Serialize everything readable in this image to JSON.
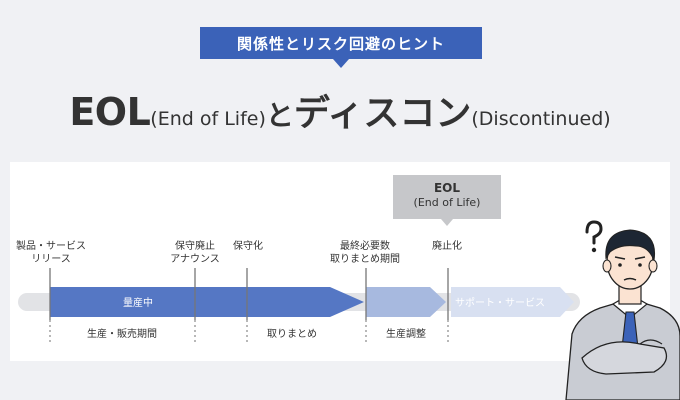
{
  "header": {
    "badge": "関係性とリスク回避のヒント",
    "title_eol": "EOL",
    "title_eol_full": "(End of Life)",
    "title_to": "と",
    "title_discon": "ディスコン",
    "title_discon_full": "(Discontinued)"
  },
  "eol_callout": {
    "line1": "EOL",
    "line2": "(End of Life)"
  },
  "milestones": [
    {
      "line1": "製品・サービス",
      "line2": "リリース"
    },
    {
      "line1": "保守廃止",
      "line2": "アナウンス"
    },
    {
      "line1": "保守化",
      "line2": ""
    },
    {
      "line1": "最終必要数",
      "line2": "取りまとめ期間"
    },
    {
      "line1": "廃止化",
      "line2": ""
    }
  ],
  "bar_labels": {
    "mass_production": "量産中",
    "support_service": "サポート・サービス"
  },
  "phase_labels": {
    "production_sales": "生産・販売期間",
    "collection": "取りまとめ",
    "production_adjust": "生産調整"
  },
  "colors": {
    "badge": "#3b62b8",
    "bar_dark": "#5577c4",
    "bar_mid": "#a7b9df",
    "bar_light": "#d8e0f1",
    "track": "#e2e3e6"
  }
}
